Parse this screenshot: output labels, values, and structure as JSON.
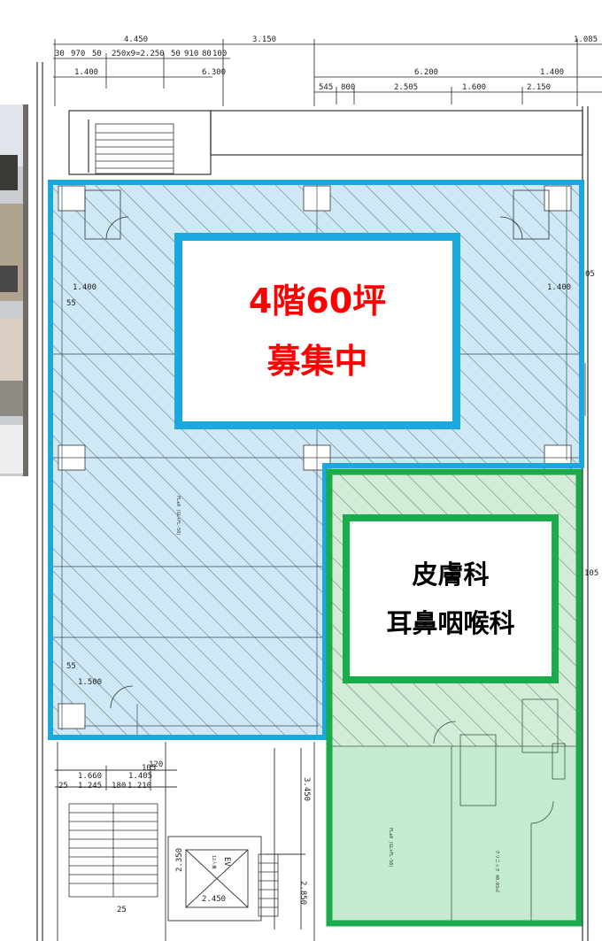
{
  "floor_plan": {
    "top_dimensions": {
      "row1": [
        "4.450",
        "3.150",
        "1.085"
      ],
      "row2": [
        "30",
        "970",
        "50",
        "250x9=2.250",
        "50",
        "910",
        "80",
        "100"
      ],
      "row3": [
        "1.400",
        "6.200"
      ],
      "row4": [
        "545",
        "800",
        "2.505",
        "1.600",
        "2.150",
        "1.400"
      ],
      "row5": [
        "6.300"
      ]
    },
    "side_dimensions": [
      "1.400",
      "1.400",
      "55",
      "55",
      "05",
      "105",
      "1.500"
    ],
    "bottom_dimensions": [
      "105",
      "120",
      "1.660",
      "1.405",
      "1.245",
      "180",
      "1.210",
      "25",
      "3.450",
      "2.350",
      "2.450",
      "2.850",
      "25"
    ],
    "room_notes": {
      "fl_right": "FL±0 (GL+FL-50)",
      "fl_center": "FL±0 (GL+FL-50)",
      "clinic_area": "クリニック 40.03㎡",
      "ev_label": "EV",
      "ev_capacity": "12人乗"
    }
  },
  "vacancy_label": {
    "line1": "4階60坪",
    "line2": "募集中"
  },
  "tenant_label": {
    "line1": "皮膚科",
    "line2": "耳鼻咽喉科"
  },
  "colors": {
    "vacancy_border": "#1ba7e0",
    "vacancy_fill": "#cfe8f5",
    "vacancy_text": "#ff0000",
    "tenant_border": "#1aab4a",
    "tenant_fill": "#cdeeda",
    "tenant_text": "#000000"
  }
}
